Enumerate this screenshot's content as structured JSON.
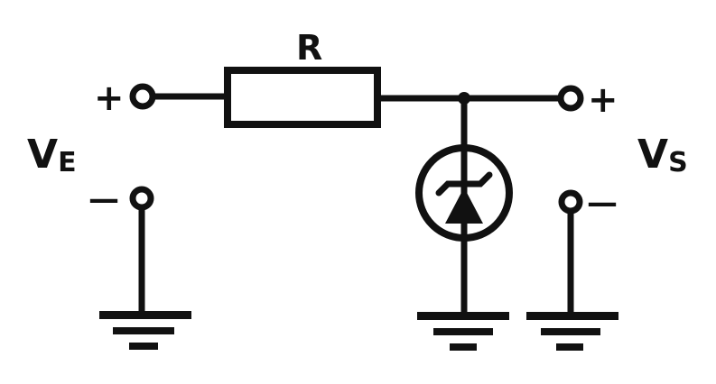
{
  "labels": {
    "resistor": "R",
    "input_voltage_main": "V",
    "input_voltage_sub": "E",
    "output_voltage_main": "V",
    "output_voltage_sub": "S"
  },
  "terminal_signs": {
    "input_top": "+",
    "input_bottom": "—",
    "output_top": "+",
    "output_bottom": "—"
  },
  "colors": {
    "ink": "#111111",
    "paper": "#ffffff"
  }
}
